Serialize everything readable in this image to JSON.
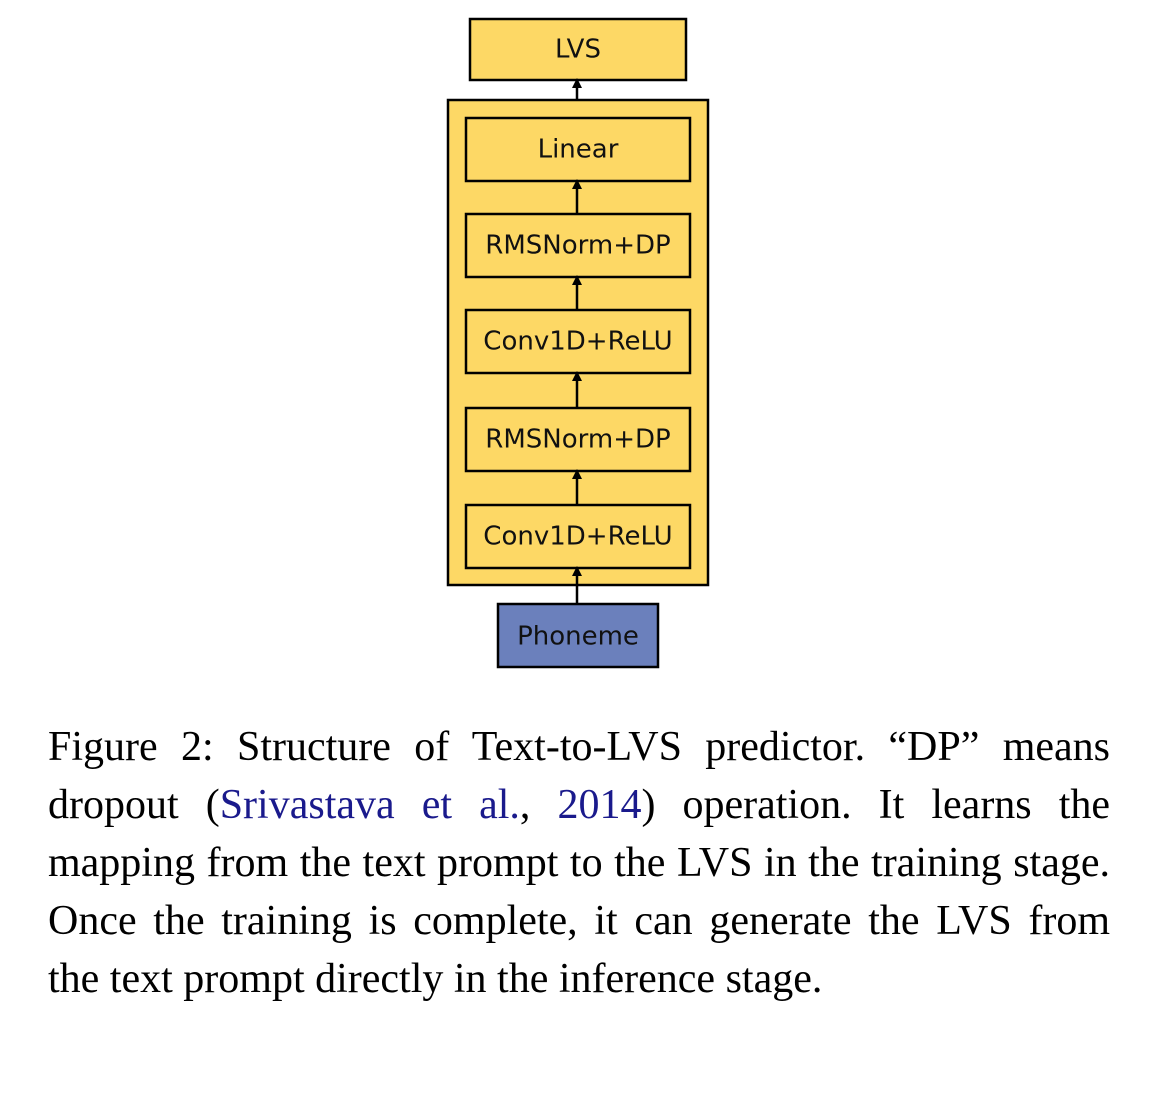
{
  "diagram": {
    "output_label": "LVS",
    "layers": [
      "Linear",
      "RMSNorm+DP",
      "Conv1D+ReLU",
      "RMSNorm+DP",
      "Conv1D+ReLU"
    ],
    "input_label": "Phoneme",
    "colors": {
      "block_fill": "#FDD865",
      "input_fill": "#6B80BC",
      "border": "#000000"
    }
  },
  "caption": {
    "prefix": "Figure 2:  Structure of Text-to-LVS predictor.  “DP” means dropout (",
    "citation_author": "Srivastava et al.",
    "citation_sep": ", ",
    "citation_year": "2014",
    "suffix": ") operation.  It learns the mapping from the text prompt to the LVS in the training stage. Once the training is complete, it can generate the LVS from the text prompt directly in the inference stage."
  }
}
